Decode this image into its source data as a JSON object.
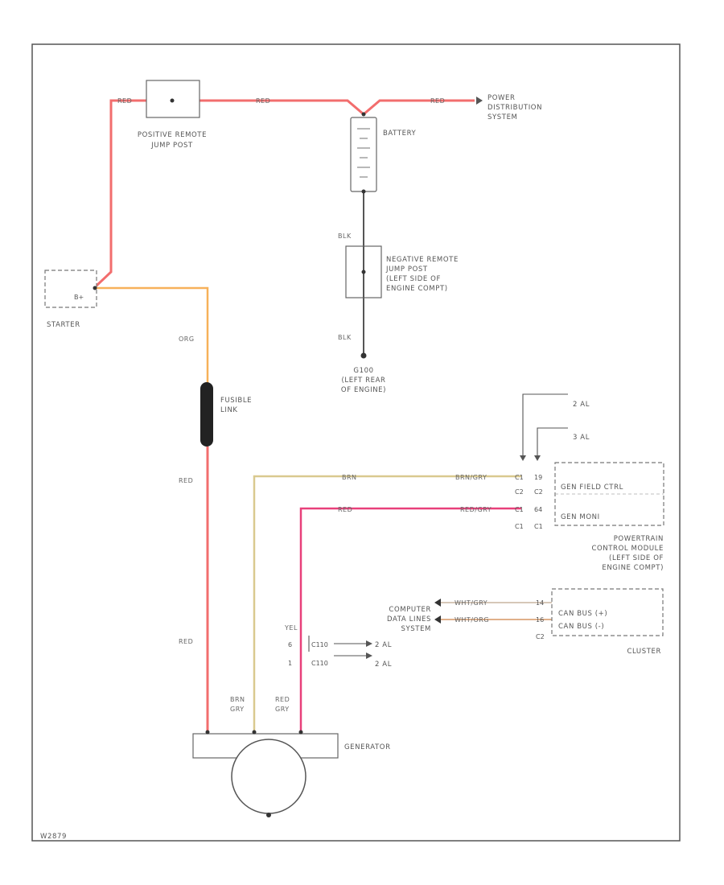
{
  "components": {
    "positive_post": [
      "POSITIVE REMOTE",
      "JUMP POST"
    ],
    "battery": "BATTERY",
    "power_distribution": [
      "POWER",
      "DISTRIBUTION",
      "SYSTEM"
    ],
    "negative_post": [
      "NEGATIVE REMOTE",
      "JUMP POST",
      "(LEFT SIDE OF",
      "ENGINE COMPT)"
    ],
    "ground": [
      "G100",
      "(LEFT REAR",
      "OF ENGINE)"
    ],
    "starter": "STARTER",
    "starter_terminal": "B+",
    "fusible_link": [
      "FUSIBLE",
      "LINK"
    ],
    "pcm_gen_field": "GEN FIELD CTRL",
    "pcm_gen_mon": "GEN MONI",
    "pcm": [
      "POWERTRAIN",
      "CONTROL MODULE",
      "(LEFT SIDE OF",
      "ENGINE COMPT)"
    ],
    "cluster_can_h": "CAN BUS (+)",
    "cluster_can_l": "CAN BUS (-)",
    "cluster": "CLUSTER",
    "computer_data": [
      "COMPUTER",
      "DATA LINES",
      "SYSTEM"
    ],
    "generator": "GENERATOR",
    "ref_2al_top": "2 AL",
    "ref_3al": "3 AL",
    "ref_2al_mid": "2 AL",
    "ref_3al_mid": "2 AL",
    "footer": "W2879"
  },
  "wires": {
    "red_top1": "RED",
    "red_top2": "RED",
    "red_top3": "RED",
    "blk_upper": "BLK",
    "blk_lower": "BLK",
    "org": "ORG",
    "red_mid": "RED",
    "red_low": "RED",
    "brn_gry_a": "BRN",
    "brn_gry_b": "BRN/GRY",
    "red_gry_a": "RED",
    "red_gry_b": "RED/GRY",
    "gen_brn": [
      "BRN",
      "GRY"
    ],
    "gen_red": [
      "RED",
      "GRY"
    ],
    "can_h": "WHT/GRY",
    "can_l": "WHT/ORG",
    "yel": "YEL"
  },
  "pins": {
    "c1a": "C1",
    "c2a": "C2",
    "n19": "19",
    "c2b": "C2",
    "c1b": "C1",
    "c1c": "C1",
    "n64": "64",
    "n14": "14",
    "n16": "16",
    "c2c": "C2",
    "c1d": "C1",
    "n6": "6",
    "n1": "1",
    "c110a": "C110",
    "c110b": "C110"
  },
  "colors": {
    "red_wire": "#f26d6d",
    "pink_wire": "#e8407a",
    "org_wire": "#f7b15a",
    "tan_wire": "#d9c98f",
    "line": "#555555"
  }
}
